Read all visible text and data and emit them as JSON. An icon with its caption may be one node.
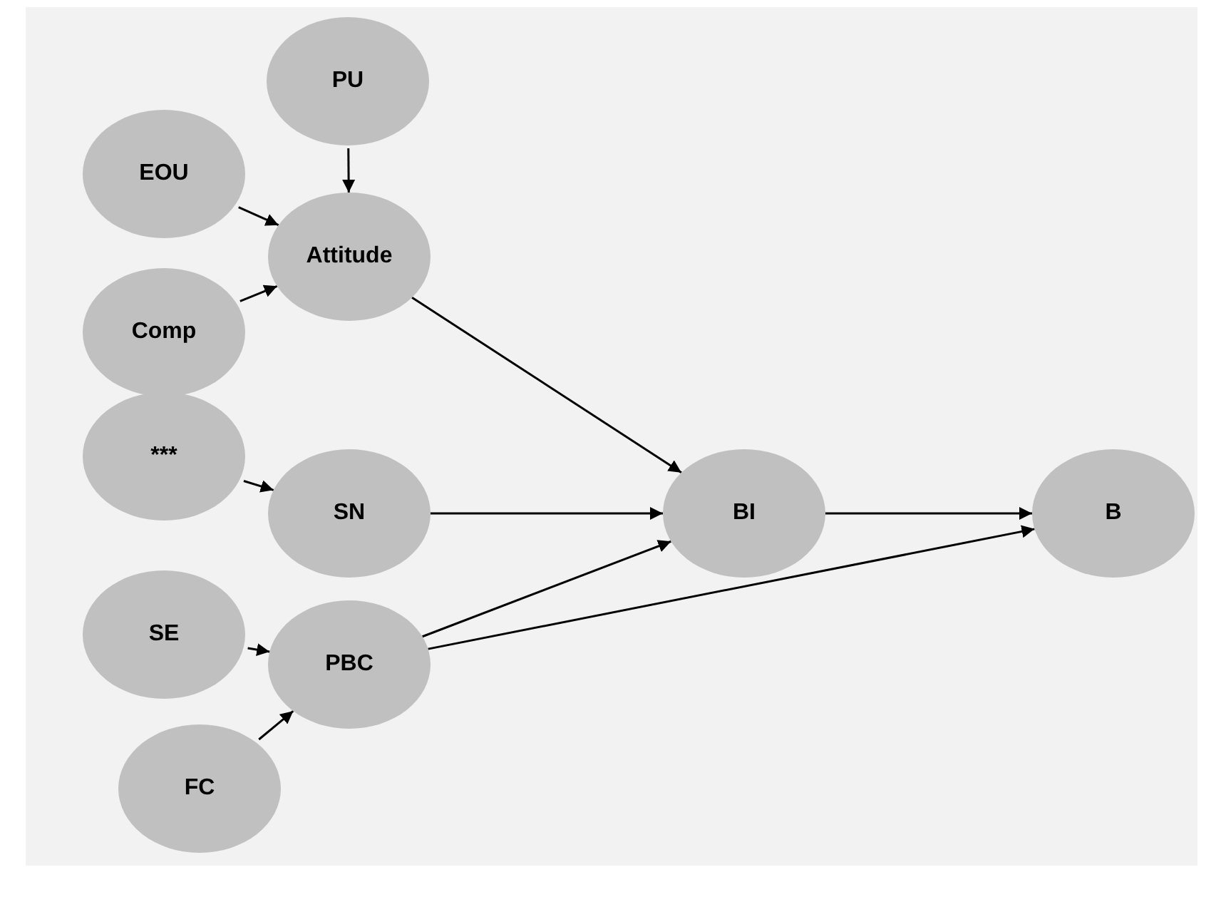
{
  "diagram": {
    "nodes": [
      {
        "text": [
          "PU"
        ]
      },
      {
        "text": [
          "EOU"
        ]
      },
      {
        "text": [
          "Attitude"
        ]
      },
      {
        "text": [
          "Comp"
        ]
      },
      {
        "text": [
          "***"
        ]
      },
      {
        "text": [
          "SN"
        ]
      },
      {
        "text": [
          "BI"
        ]
      },
      {
        "text": [
          "B"
        ]
      },
      {
        "text": [
          "SE"
        ]
      },
      {
        "text": [
          "PBC"
        ]
      },
      {
        "text": [
          "FC"
        ]
      }
    ],
    "edges": [
      {
        "from": 0,
        "to": 2,
        "arrow": "to"
      },
      {
        "from": 1,
        "to": 2,
        "arrow": "to"
      },
      {
        "from": 3,
        "to": 2,
        "arrow": "to"
      },
      {
        "from": 2,
        "to": 6,
        "arrow": "to"
      },
      {
        "from": 4,
        "to": 5,
        "arrow": "to"
      },
      {
        "from": 5,
        "to": 6,
        "arrow": "to"
      },
      {
        "from": 6,
        "to": 7,
        "arrow": "to"
      },
      {
        "from": 8,
        "to": 9,
        "arrow": "to"
      },
      {
        "from": 10,
        "to": 9,
        "arrow": "to"
      },
      {
        "from": 9,
        "to": 6,
        "arrow": "to"
      },
      {
        "from": 9,
        "to": 7,
        "arrow": "to"
      }
    ]
  }
}
